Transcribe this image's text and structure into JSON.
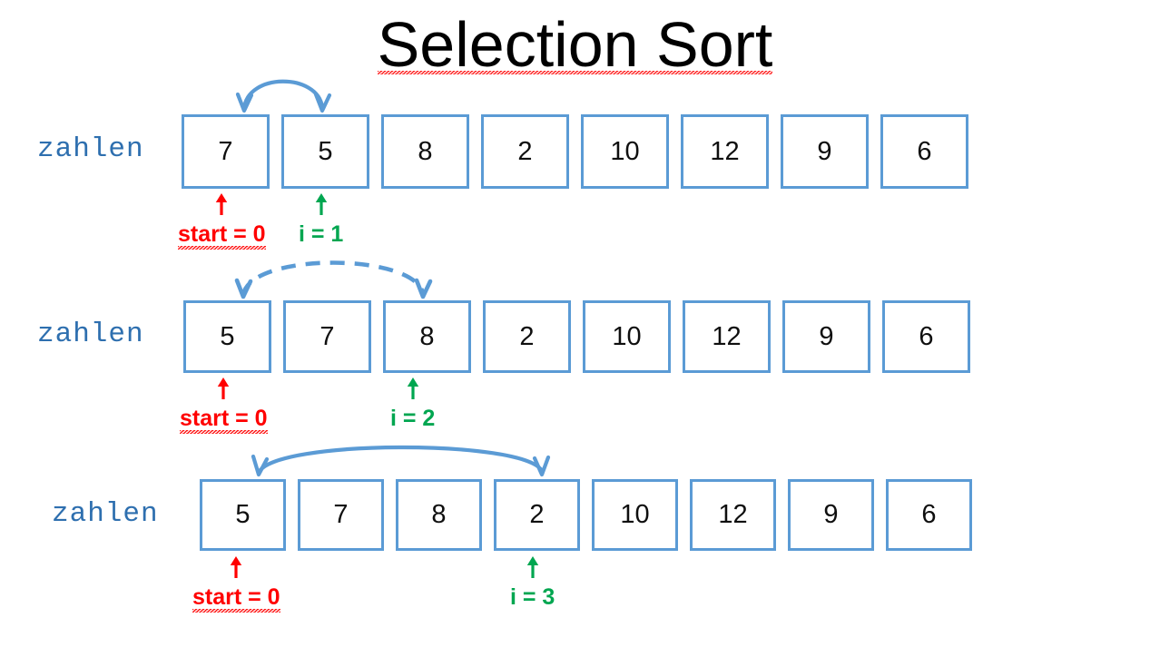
{
  "slide": {
    "title": "Selection Sort",
    "background_color": "#FFFFFF",
    "accent_color": "#5B9BD5",
    "label_color": "#2E6FAF",
    "start_color": "#FF0000",
    "index_color": "#00A650"
  },
  "rows": [
    {
      "label": "zahlen",
      "values": [
        "7",
        "5",
        "8",
        "2",
        "10",
        "12",
        "9",
        "6"
      ],
      "markers": [
        {
          "name": "start-pointer",
          "text": "start = 0",
          "color": "#FF0000",
          "cell_index": 0,
          "misspelled_word": "start"
        },
        {
          "name": "i-pointer",
          "text": "i = 1",
          "color": "#00A650",
          "cell_index": 1
        }
      ],
      "swap_arrow": {
        "style": "solid",
        "from_cell": 0,
        "to_cell": 1,
        "color": "#5B9BD5"
      }
    },
    {
      "label": "zahlen",
      "values": [
        "5",
        "7",
        "8",
        "2",
        "10",
        "12",
        "9",
        "6"
      ],
      "markers": [
        {
          "name": "start-pointer",
          "text": "start = 0",
          "color": "#FF0000",
          "cell_index": 0,
          "misspelled_word": "start"
        },
        {
          "name": "i-pointer",
          "text": "i = 2",
          "color": "#00A650",
          "cell_index": 2
        }
      ],
      "swap_arrow": {
        "style": "dashed",
        "from_cell": 0,
        "to_cell": 2,
        "color": "#5B9BD5"
      }
    },
    {
      "label": "zahlen",
      "values": [
        "5",
        "7",
        "8",
        "2",
        "10",
        "12",
        "9",
        "6"
      ],
      "markers": [
        {
          "name": "start-pointer",
          "text": "start = 0",
          "color": "#FF0000",
          "cell_index": 0,
          "misspelled_word": "start"
        },
        {
          "name": "i-pointer",
          "text": "i = 3",
          "color": "#00A650",
          "cell_index": 3
        }
      ],
      "swap_arrow": {
        "style": "solid",
        "from_cell": 0,
        "to_cell": 3,
        "color": "#5B9BD5"
      }
    }
  ]
}
